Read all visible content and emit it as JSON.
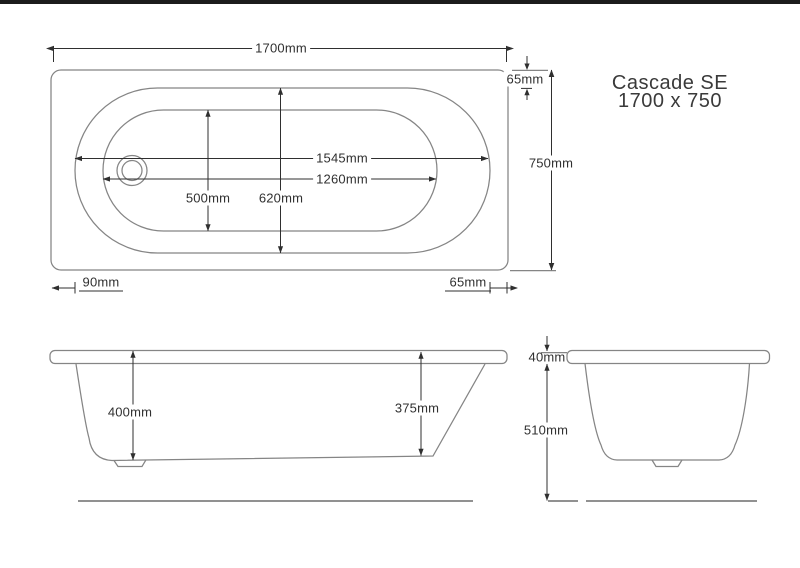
{
  "window": {
    "top_bar_color": "#1c1c1c"
  },
  "title": {
    "model": "Cascade SE",
    "size": "1700 x 750"
  },
  "plan_view": {
    "overall_length": "1700mm",
    "overall_width": "750mm",
    "top_rim_inset": "65mm",
    "outer_basin_length": "1545mm",
    "inner_basin_length": "1260mm",
    "inner_basin_width": "500mm",
    "outer_basin_width": "620mm",
    "left_rim_inset": "90mm",
    "right_rim_inset": "65mm"
  },
  "side_view": {
    "internal_depth": "400mm",
    "internal_depth_foot_end": "375mm"
  },
  "end_view": {
    "rim_height": "40mm",
    "overall_height": "510mm"
  },
  "colors": {
    "outline": "#858585",
    "dimension": "#2f2f2f",
    "ground": "#4f4f4f",
    "text": "#303030"
  }
}
